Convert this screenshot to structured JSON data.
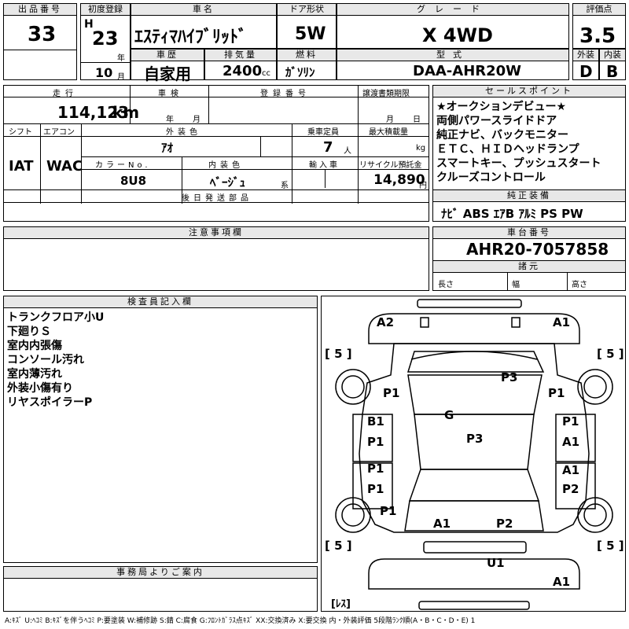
{
  "header": {
    "lot_label": "出品番号",
    "lot": "33",
    "first_reg_label": "初度登録",
    "era": "H",
    "year": "23",
    "year_unit": "年",
    "month": "10",
    "month_unit": "月",
    "car_name_label": "車名",
    "car_name": "ｴｽﾃｨﾏﾊｲﾌﾞﾘｯﾄﾞ",
    "door_label": "ドア形状",
    "door": "5W",
    "grade_label": "グレード",
    "grade": "X 4WD",
    "score_label": "評価点",
    "score": "3.5",
    "history_label": "車歴",
    "history": "自家用",
    "displacement_label": "排気量",
    "displacement": "2400",
    "displacement_unit": "cc",
    "fuel_label": "燃料",
    "fuel": "ｶﾞｿﾘﾝ",
    "model_label": "型式",
    "model": "DAA-AHR20W",
    "exterior_label": "外装",
    "exterior": "D",
    "interior_label": "内装",
    "interior": "B"
  },
  "row2": {
    "mileage_label": "走行",
    "mileage": "114,123",
    "mileage_unit": "km",
    "inspection_label": "車検",
    "insp_year_unit": "年",
    "insp_month_unit": "月",
    "reg_no_label": "登録番号",
    "transfer_label": "譲渡書類期限",
    "transfer_month_unit": "月",
    "transfer_day_unit": "日",
    "shift_label": "シフト",
    "shift": "IAT",
    "ac_label": "エアコン",
    "ac": "WAC",
    "color_label": "外装色",
    "color": "ｱｵ",
    "capacity_label": "乗車定員",
    "capacity": "7",
    "capacity_unit": "人",
    "load_label": "最大積載量",
    "load_unit": "kg",
    "color_no_label": "カラーNo.",
    "color_no": "8U8",
    "int_color_label": "内装色",
    "int_color": "ﾍﾞｰｼﾞｭ",
    "int_color_suffix": "系",
    "import_label": "輸入車",
    "recycle_label": "リサイクル預託金",
    "recycle": "14,890",
    "recycle_unit": "円",
    "later_parts_label": "後日発送部品"
  },
  "sales": {
    "label": "セールスポイント",
    "lines": [
      "★オークションデビュー★",
      "両側パワースライドドア",
      "純正ナビ、バックモニター",
      "ＥＴＣ、ＨＩＤヘッドランプ",
      "スマートキー、プッシュスタート",
      "クルーズコントロール"
    ]
  },
  "equipment": {
    "label": "純正装備",
    "value": "ﾅﾋﾞ ABS ｴｱB ｱﾙﾐ PS PW"
  },
  "notes": {
    "label": "注意事項欄"
  },
  "chassis": {
    "label": "車台番号",
    "value": "AHR20-7057858",
    "dims_label": "諸元",
    "length_label": "長さ",
    "width_label": "幅",
    "height_label": "高さ"
  },
  "inspector": {
    "label": "検査員記入欄",
    "lines": [
      "トランクフロア小U",
      "下廻りＳ",
      "室内内張傷",
      "コンソール汚れ",
      "室内薄汚れ",
      "外装小傷有り",
      "リヤスポイラーP"
    ]
  },
  "office": {
    "label": "事務局よりご案内"
  },
  "diagram": {
    "tire_marks": [
      "[ 5 ]",
      "[ 5 ]",
      "[ 5 ]",
      "[ 5 ]"
    ],
    "spare": "[ﾚｽ]",
    "marks": [
      "A2",
      "A1",
      "P1",
      "P3",
      "P1",
      "B1",
      "G",
      "P1",
      "P1",
      "P3",
      "A1",
      "P1",
      "P1",
      "A1",
      "P2",
      "P1",
      "A1",
      "P2",
      "U1",
      "A1"
    ]
  },
  "legend": "A:ｷｽﾞ U:ﾍｺﾐ B:ｷｽﾞを伴うﾍｺﾐ P:要塗装 W:補修跡 S:錆 C:腐食 G:ﾌﾛﾝﾄｶﾞﾗｽ点ｷｽﾞ XX:交換済み X:要交換 内・外装評価 5段階ﾗﾝｸ順(A・B・C・D・E) 1"
}
